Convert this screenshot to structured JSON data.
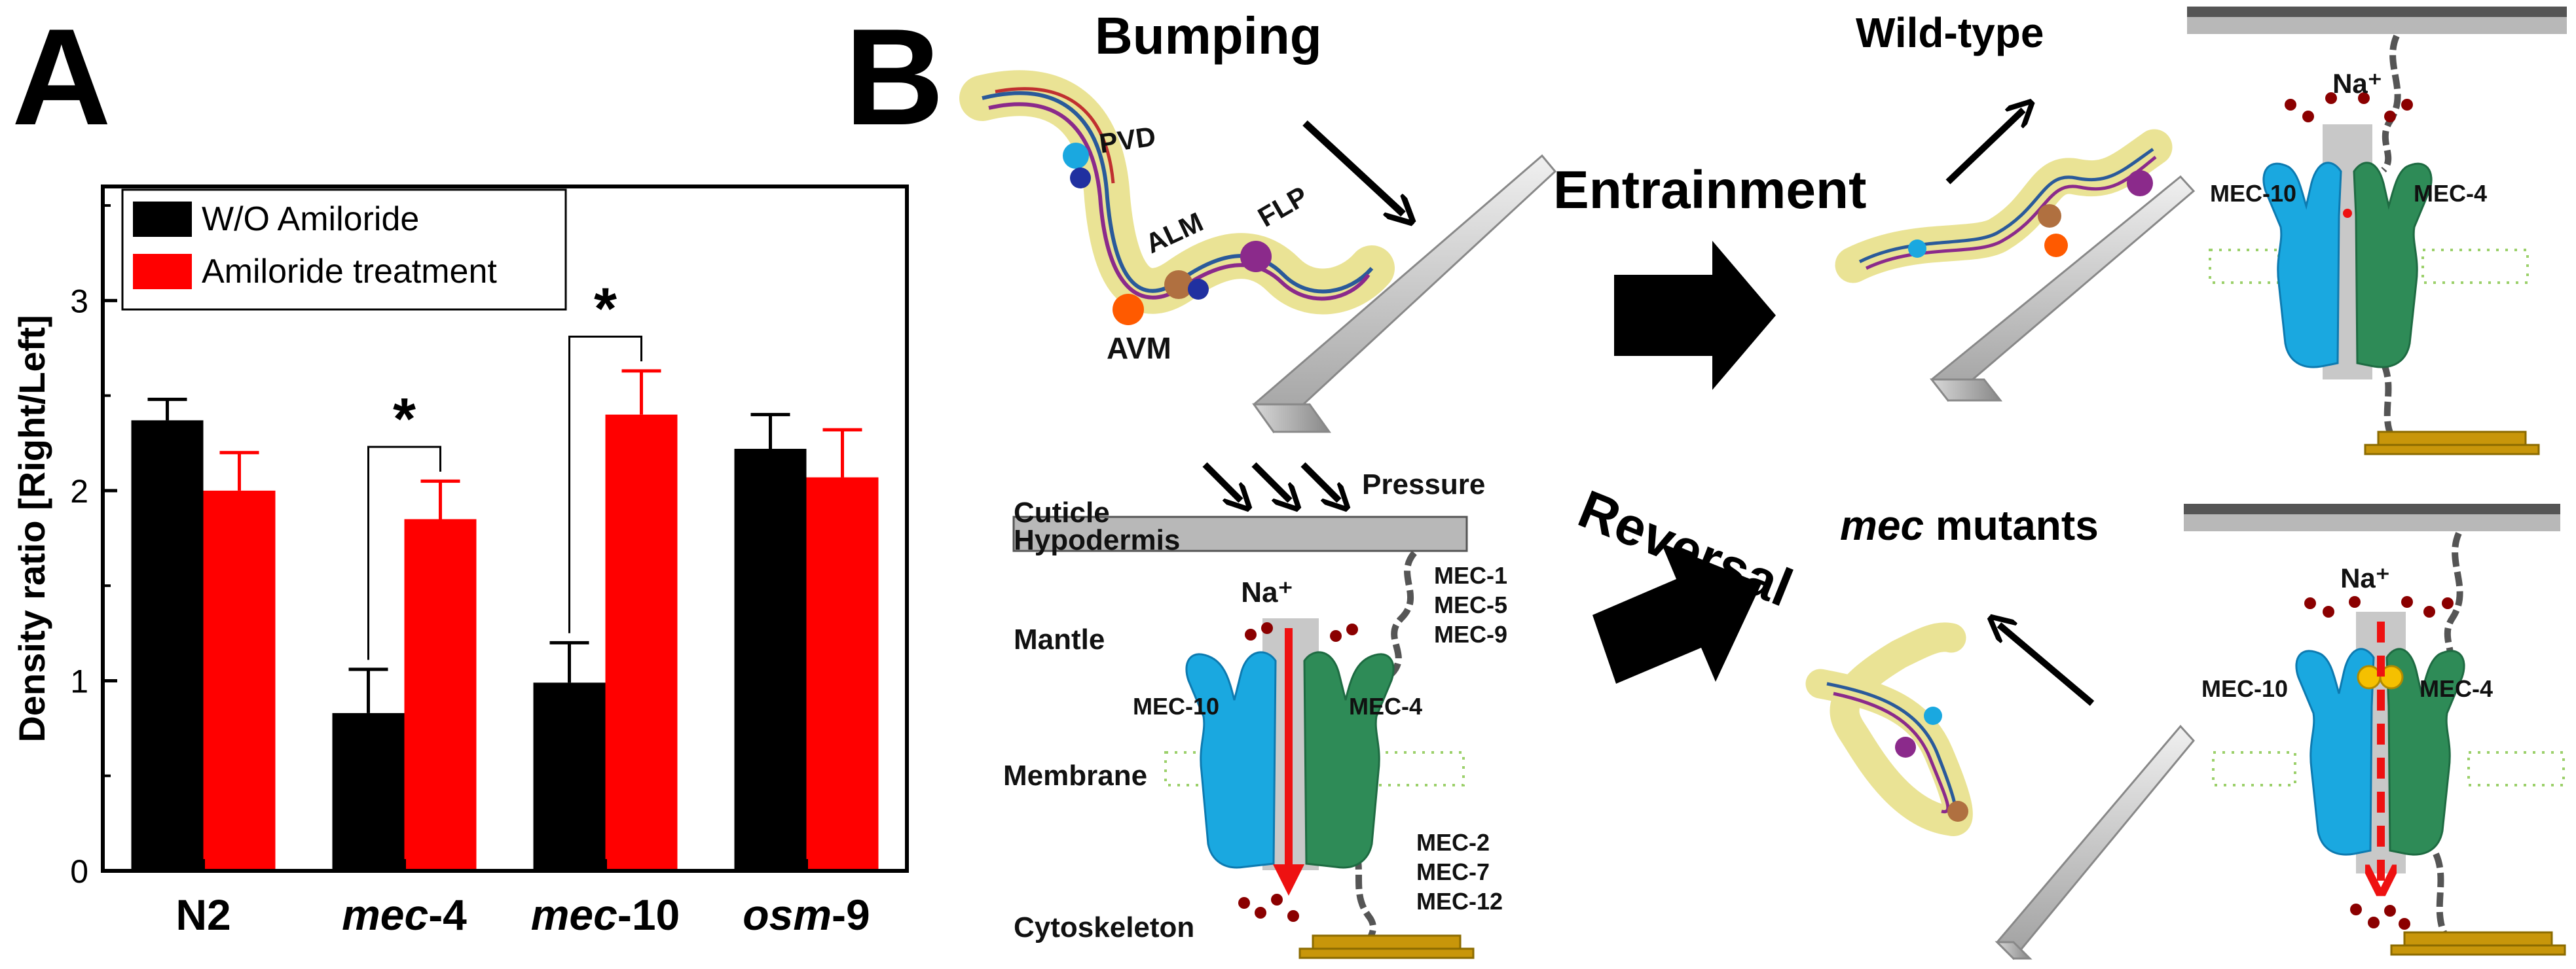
{
  "panels": {
    "a": "A",
    "b": "B"
  },
  "chart_data": {
    "type": "bar",
    "categories": [
      "N2",
      "mec-4",
      "mec-10",
      "osm-9"
    ],
    "category_parts": [
      [
        "N2",
        ""
      ],
      [
        "mec",
        "-4"
      ],
      [
        "mec",
        "-10"
      ],
      [
        "osm",
        "-9"
      ]
    ],
    "series": [
      {
        "name": "W/O Amiloride",
        "color": "#000000",
        "values": [
          2.37,
          0.83,
          0.99,
          2.22
        ],
        "errors": [
          0.11,
          0.23,
          0.21,
          0.18
        ]
      },
      {
        "name": "Amiloride treatment",
        "color": "#ff0000",
        "values": [
          2.0,
          1.85,
          2.4,
          2.07
        ],
        "errors": [
          0.2,
          0.2,
          0.23,
          0.25
        ]
      }
    ],
    "ylabel": "Density ratio [Right/Left]",
    "xlabel": "",
    "ylim": [
      0,
      3.6
    ],
    "yticks": [
      "0",
      "1",
      "2",
      "3"
    ],
    "significance": [
      {
        "category": "mec-4",
        "mark": "*"
      },
      {
        "category": "mec-10",
        "mark": "*"
      }
    ],
    "legend_position": "top-left",
    "grid": false
  },
  "diagram": {
    "bumping": "Bumping",
    "entrainment": "Entrainment",
    "reversal": "Reversal",
    "wild_type": "Wild-type",
    "mec_italic": "mec",
    "mutants": " mutants",
    "neurons": {
      "pvd": "PVD",
      "alm": "ALM",
      "flp": "FLP",
      "avm": "AVM"
    },
    "layers": {
      "cuticle": "Cuticle",
      "hypodermis": "Hypodermis",
      "mantle": "Mantle",
      "membrane": "Membrane",
      "cytoskeleton": "Cytoskeleton"
    },
    "pressure": "Pressure",
    "sodium": "Na⁺",
    "proteins": {
      "mec10": "MEC-10",
      "mec4": "MEC-4"
    },
    "extracellular_proteins": [
      "MEC-1",
      "MEC-5",
      "MEC-9"
    ],
    "intracellular_proteins": [
      "MEC-2",
      "MEC-7",
      "MEC-12"
    ]
  },
  "colors": {
    "channel_blue": "#1aa8e0",
    "channel_green": "#2e8b57",
    "anchor": "#c8960a",
    "ion": "#8b0000"
  }
}
